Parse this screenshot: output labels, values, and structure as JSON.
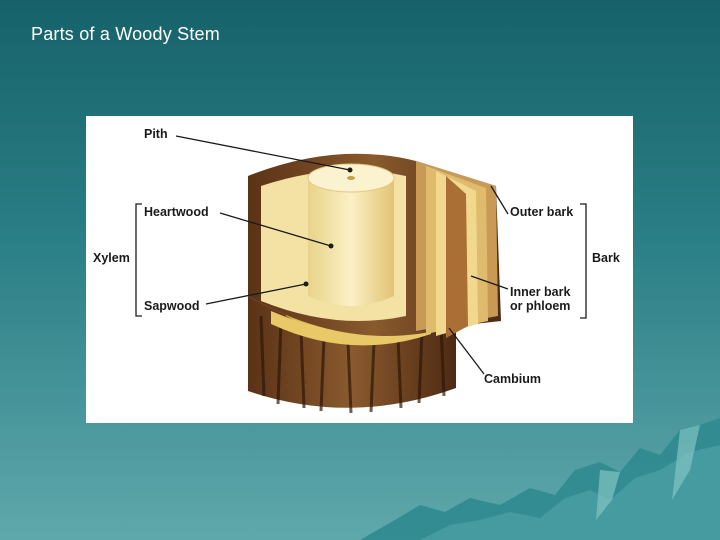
{
  "slide": {
    "title": "Parts of a Woody Stem"
  },
  "diagram": {
    "labels": {
      "pith": "Pith",
      "heartwood": "Heartwood",
      "xylem": "Xylem",
      "sapwood": "Sapwood",
      "outer_bark": "Outer bark",
      "bark": "Bark",
      "inner_bark_line1": "Inner bark",
      "inner_bark_line2": "or phloem",
      "cambium": "Cambium"
    }
  },
  "colors": {
    "background_top": "#17626a",
    "background_bottom": "#5fa8ab",
    "bark": "#6b3f1f",
    "heartwood": "#f3e2a4",
    "sapwood": "#f0d77a"
  }
}
